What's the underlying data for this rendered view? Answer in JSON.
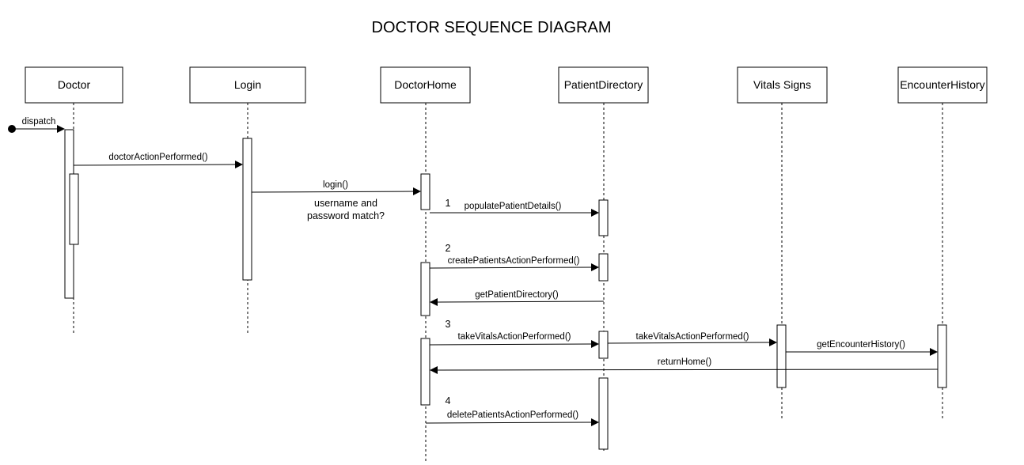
{
  "title": "DOCTOR SEQUENCE DIAGRAM",
  "actors": [
    {
      "id": "doctor",
      "label": "Doctor"
    },
    {
      "id": "login",
      "label": "Login"
    },
    {
      "id": "doctorhome",
      "label": "DoctorHome"
    },
    {
      "id": "patientdirectory",
      "label": "PatientDirectory"
    },
    {
      "id": "vitals",
      "label": "Vitals Signs"
    },
    {
      "id": "encounter",
      "label": "EncounterHistory"
    }
  ],
  "messages": [
    {
      "id": "dispatch",
      "label": "dispatch",
      "from": "start",
      "to": "doctor"
    },
    {
      "id": "doctor-action",
      "label": "doctorActionPerformed()",
      "from": "doctor",
      "to": "login"
    },
    {
      "id": "login",
      "label": "login()",
      "from": "login",
      "to": "doctorhome"
    },
    {
      "id": "populate",
      "label": "populatePatientDetails()",
      "from": "doctorhome",
      "to": "patientdirectory"
    },
    {
      "id": "create-patients",
      "label": "createPatientsActionPerformed()",
      "from": "doctorhome",
      "to": "patientdirectory"
    },
    {
      "id": "get-directory",
      "label": "getPatientDirectory()",
      "from": "patientdirectory",
      "to": "doctorhome"
    },
    {
      "id": "take-vitals-1",
      "label": "takeVitalsActionPerformed()",
      "from": "doctorhome",
      "to": "patientdirectory"
    },
    {
      "id": "take-vitals-2",
      "label": "takeVitalsActionPerformed()",
      "from": "patientdirectory",
      "to": "vitals"
    },
    {
      "id": "get-encounter",
      "label": "getEncounterHistory()",
      "from": "vitals",
      "to": "encounter"
    },
    {
      "id": "return-home",
      "label": "returnHome()",
      "from": "encounter",
      "to": "doctorhome"
    },
    {
      "id": "delete-patients",
      "label": "deletePatientsActionPerformed()",
      "from": "doctorhome",
      "to": "patientdirectory"
    }
  ],
  "note": {
    "line1": "username and",
    "line2": "password match?"
  },
  "steps": [
    "1",
    "2",
    "3",
    "4"
  ]
}
